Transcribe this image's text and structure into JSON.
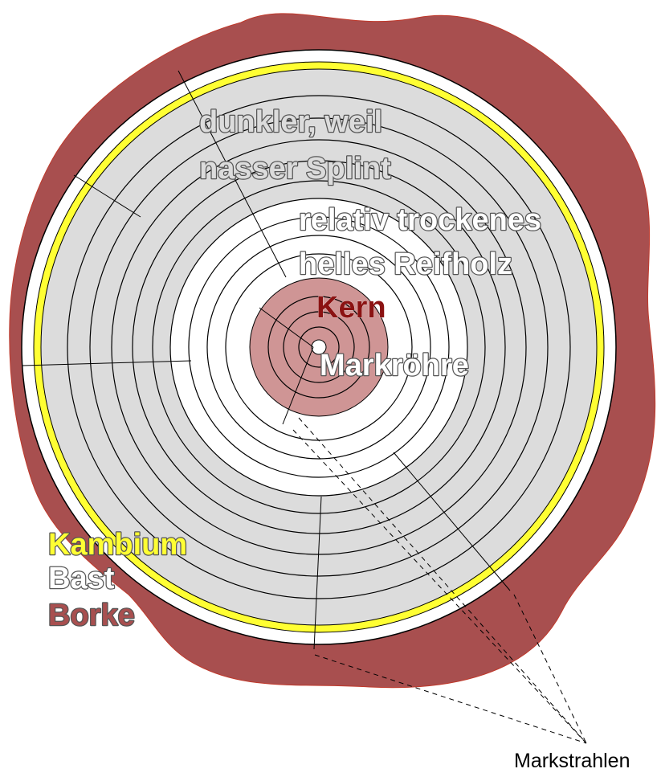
{
  "diagram": {
    "labels": {
      "sapwood_line1": "dunkler, weil",
      "sapwood_line2": "nasser Splint",
      "ripewood_line1": "relativ trockenes",
      "ripewood_line2": "helles Reifholz",
      "heartwood": "Kern",
      "pith": "Markröhre",
      "cambium": "Kambium",
      "bast": "Bast",
      "bark": "Borke",
      "rays": "Markstrahlen"
    },
    "colors": {
      "bark": "#a84f4f",
      "bast": "#ffffff",
      "cambium": "#ffff33",
      "sapwood": "#dcdcdc",
      "ripewood": "#ffffff",
      "heartwood": "#cf9595",
      "heartwood_text": "#8b1212",
      "line": "#000000"
    }
  }
}
